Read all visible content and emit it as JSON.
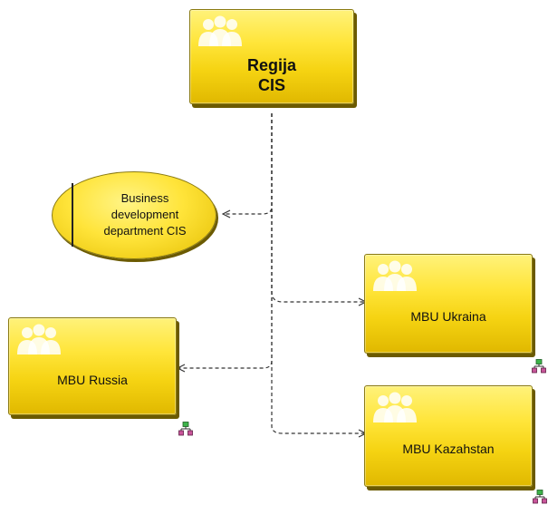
{
  "nodes": {
    "root": {
      "line1": "Regija",
      "line2": "CIS"
    },
    "bizdev": {
      "line1": "Business",
      "line2": "development",
      "line3": "department CIS"
    },
    "ukraina": {
      "label": "MBU Ukraina"
    },
    "russia": {
      "label": "MBU Russia"
    },
    "kazahstan": {
      "label": "MBU Kazahstan"
    }
  },
  "colors": {
    "box_fill": "#ffe53a",
    "box_border": "#8a7a12",
    "shadow": "#6b5a00",
    "connector": "#333333"
  },
  "icons": {
    "org_unit": "people-group-icon",
    "assigned_model": "org-chart-icon"
  }
}
